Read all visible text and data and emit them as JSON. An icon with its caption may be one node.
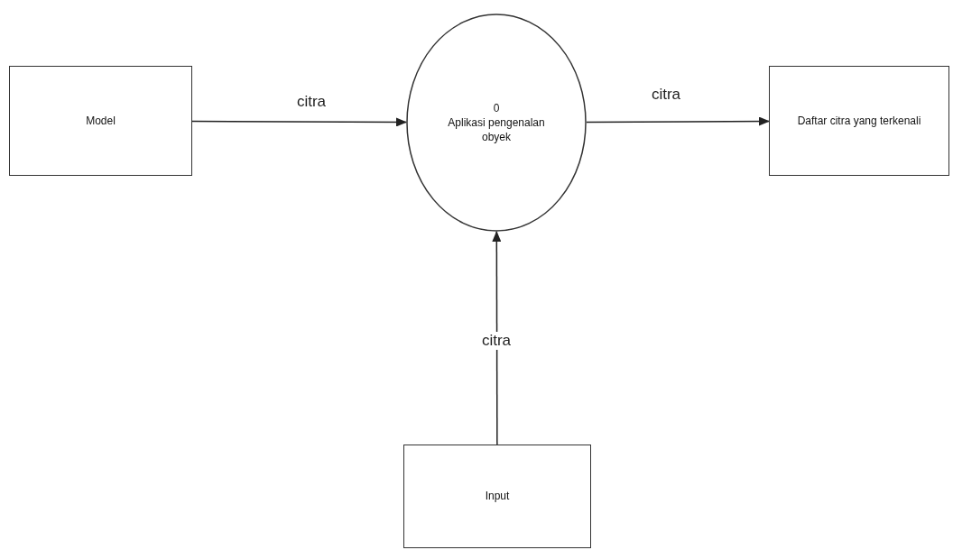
{
  "diagram": {
    "nodes": [
      {
        "text": [
          "Model"
        ]
      },
      {
        "text": [
          "0",
          "Aplikasi pengenalan obyek"
        ]
      },
      {
        "text": [
          "Daftar citra yang terkenali"
        ]
      },
      {
        "text": [
          "Input"
        ]
      }
    ],
    "edges": [
      {
        "from": 0,
        "to": 1,
        "arrow": "to",
        "label": "citra"
      },
      {
        "from": 1,
        "to": 2,
        "arrow": "to",
        "label": "citra"
      },
      {
        "from": 3,
        "to": 1,
        "arrow": "to",
        "label": "citra"
      }
    ]
  }
}
